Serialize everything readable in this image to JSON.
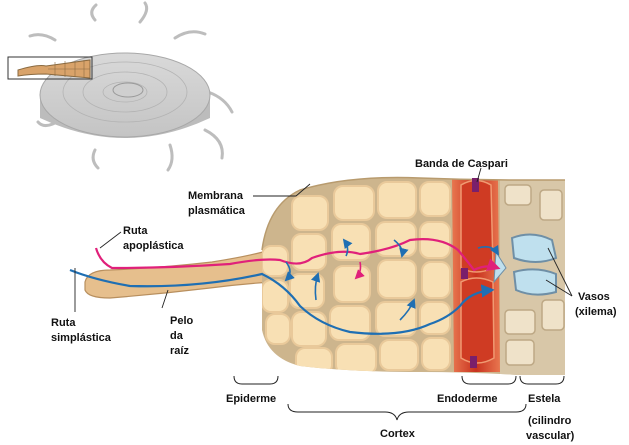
{
  "colors": {
    "apoplast": "#e0207a",
    "symplast": "#1f6fb3",
    "cell_fill": "#f8e0b4",
    "cell_wall": "#d2b68a",
    "background_tissue": "#cdb58d",
    "endodermis": "#d9482c",
    "casparian": "#7a1f6b",
    "xylem": "#bfe0ee"
  },
  "labels": {
    "banda_caspari": "Banda de Caspari",
    "membrana_1": "Membrana",
    "membrana_2": "plasmática",
    "ruta_apo_1": "Ruta",
    "ruta_apo_2": "apoplástica",
    "ruta_sim_1": "Ruta",
    "ruta_sim_2": "simplástica",
    "pelo_1": "Pelo",
    "pelo_2": "da",
    "pelo_3": "raíz",
    "vasos_1": "Vasos",
    "vasos_2": "(xilema)",
    "epiderme": "Epiderme",
    "endoderme": "Endoderme",
    "estela": "Estela",
    "estela_2": "(cilindro",
    "estela_3": "vascular)",
    "cortex": "Cortex"
  }
}
